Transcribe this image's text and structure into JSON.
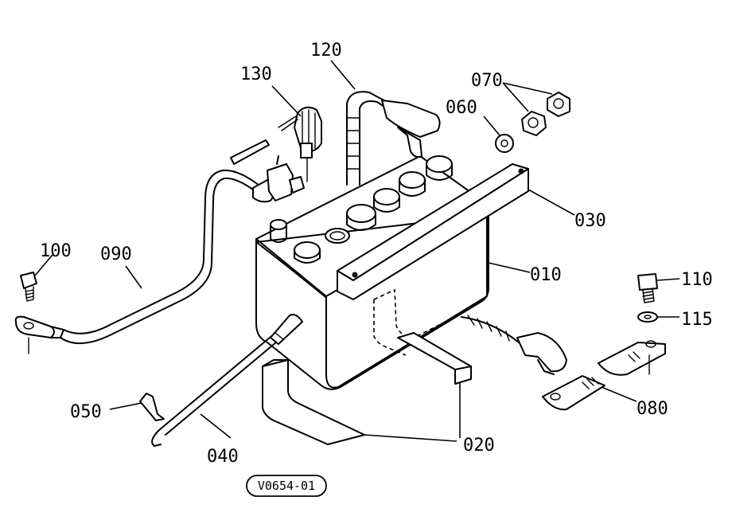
{
  "diagram": {
    "reference_code": "V0654-01",
    "callouts": {
      "p010": "010",
      "p020": "020",
      "p030": "030",
      "p040": "040",
      "p050": "050",
      "p060": "060",
      "p070": "070",
      "p080": "080",
      "p090": "090",
      "p100": "100",
      "p110": "110",
      "p115": "115",
      "p120": "120",
      "p130": "130"
    }
  }
}
